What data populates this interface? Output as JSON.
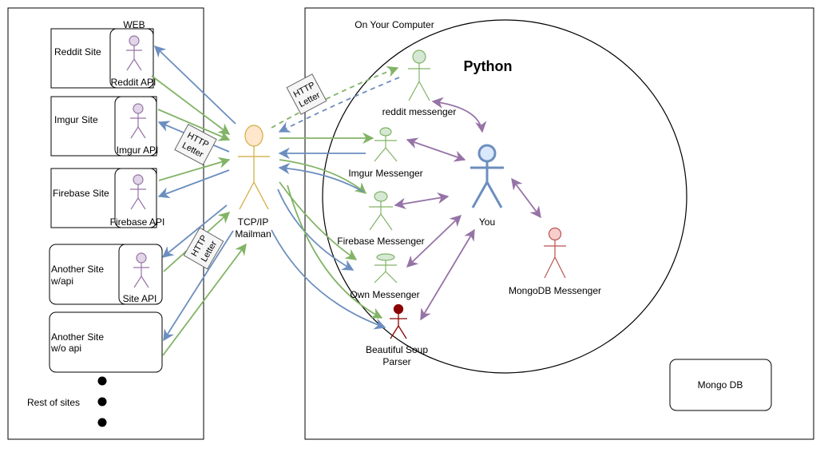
{
  "web_panel": {
    "title": "WEB"
  },
  "computer_panel": {
    "title": "On Your Computer"
  },
  "python": {
    "label": "Python"
  },
  "sites": [
    {
      "label": "Reddit Site",
      "api": "Reddit API"
    },
    {
      "label": "Imgur Site",
      "api": "Imgur API"
    },
    {
      "label": "Firebase Site",
      "api": "Firebase API"
    },
    {
      "label": [
        "Another Site",
        "w/api"
      ],
      "api": "Site API"
    },
    {
      "label": [
        "Another Site",
        "w/o api"
      ]
    }
  ],
  "rest_of_sites": "Rest of sites",
  "mailman": {
    "label": [
      "TCP/IP",
      "Mailman"
    ]
  },
  "letter": {
    "lines": [
      "HTTP",
      "Letter"
    ]
  },
  "messengers": {
    "reddit": "reddit messenger",
    "imgur": "Imgur Messenger",
    "firebase": "Firebase Messenger",
    "own": "Own Messenger",
    "soup": [
      "Beautiful Soup",
      "Parser"
    ],
    "mongodb": "MongoDB Messenger"
  },
  "you": "You",
  "mongo_db": "Mongo DB",
  "colors": {
    "green": "#82b366",
    "blue": "#6c8ebf",
    "purple": "#9673a6",
    "api_actor_stroke": "#9673a6",
    "api_actor_fill": "#e1d5e7",
    "mailman_stroke": "#d6b656",
    "mailman_fill": "#ffe6cc",
    "green_actor_fill": "#d5e8d4",
    "you_stroke": "#6c8ebf",
    "you_fill": "#dae8fc",
    "mongo_actor_stroke": "#b85450",
    "mongo_actor_fill": "#f8cecc",
    "soup_actor": "#8b0000"
  }
}
